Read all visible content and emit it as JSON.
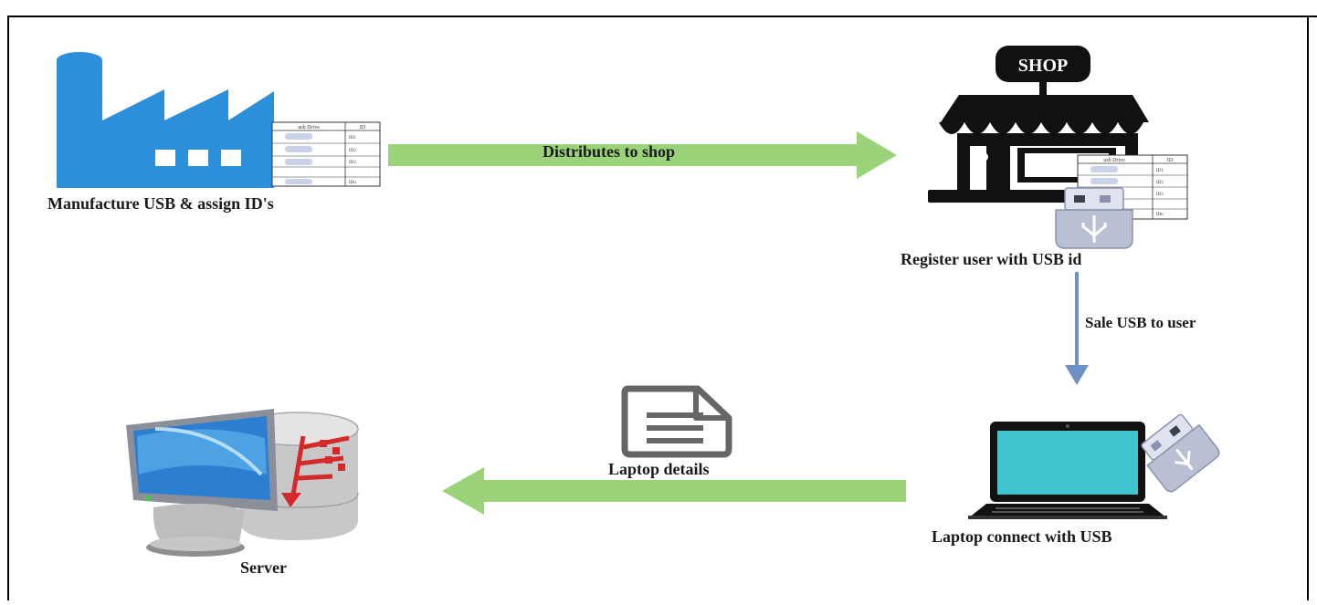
{
  "colors": {
    "factory_blue": "#2b8fd9",
    "arrow_green": "#9bd37a",
    "arrow_blue": "#6f8fc7",
    "shop_black": "#111111",
    "usb_gray": "#b9c0d4",
    "frame_black": "#000000"
  },
  "nodes": {
    "factory": {
      "label": "Manufacture USB & assign ID's",
      "icon": "factory-icon"
    },
    "shop": {
      "label": "Register user with USB id",
      "icon": "shop-icon",
      "sign": "SHOP"
    },
    "laptop": {
      "label": "Laptop connect with USB",
      "icon": "laptop-icon"
    },
    "server": {
      "label": "Server",
      "icon": "server-database-icon"
    }
  },
  "table_icon": {
    "headers": [
      "usb Drive",
      "ID"
    ],
    "ids": [
      "ID1",
      "ID2",
      "ID3",
      "",
      "IDn"
    ]
  },
  "edges": {
    "factory_to_shop": "Distributes to shop",
    "shop_to_laptop": "Sale USB to user",
    "laptop_to_server": "Laptop details"
  }
}
